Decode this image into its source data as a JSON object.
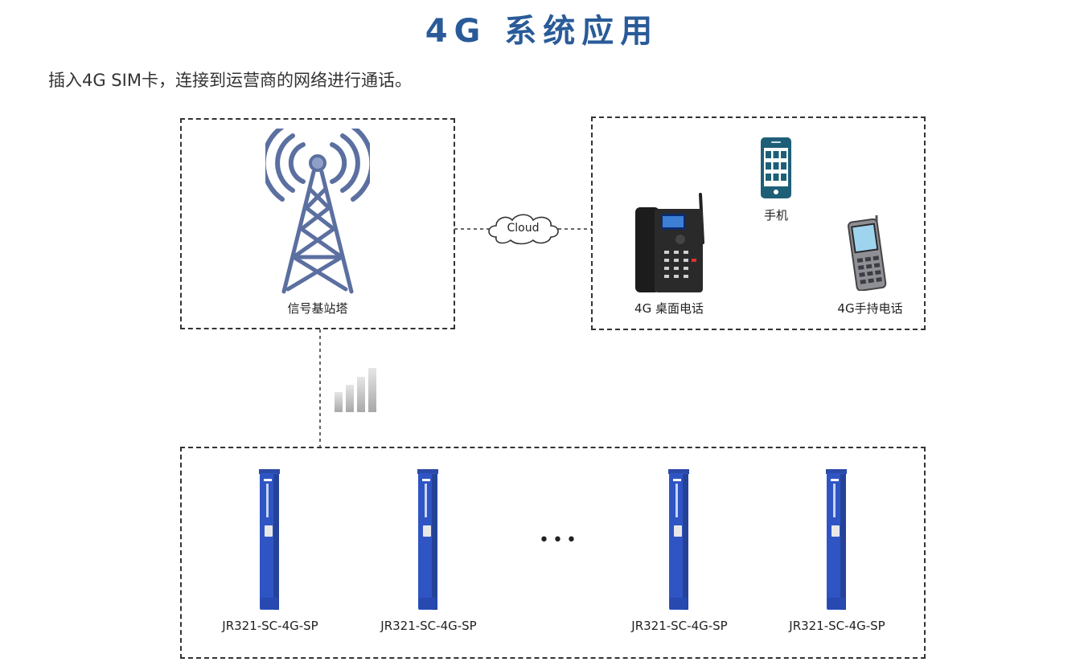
{
  "title": "4G 系统应用",
  "subtitle": "插入4G SIM卡，连接到运营商的网络进行通话。",
  "tower": {
    "label": "信号基站塔"
  },
  "cloud": {
    "label": "Cloud"
  },
  "devices": {
    "mobile_label": "手机",
    "desk_phone_label": "4G 桌面电话",
    "handset_label": "4G手持电话"
  },
  "terminals": [
    {
      "label": "JR321-SC-4G-SP"
    },
    {
      "label": "JR321-SC-4G-SP"
    },
    {
      "label": "JR321-SC-4G-SP"
    },
    {
      "label": "JR321-SC-4G-SP"
    }
  ],
  "ellipsis": "•••",
  "colors": {
    "title": "#2a5b98",
    "tower": "#5b6fa0",
    "terminal_blue": "#2f55c4",
    "phone_teal": "#1e5f78"
  }
}
